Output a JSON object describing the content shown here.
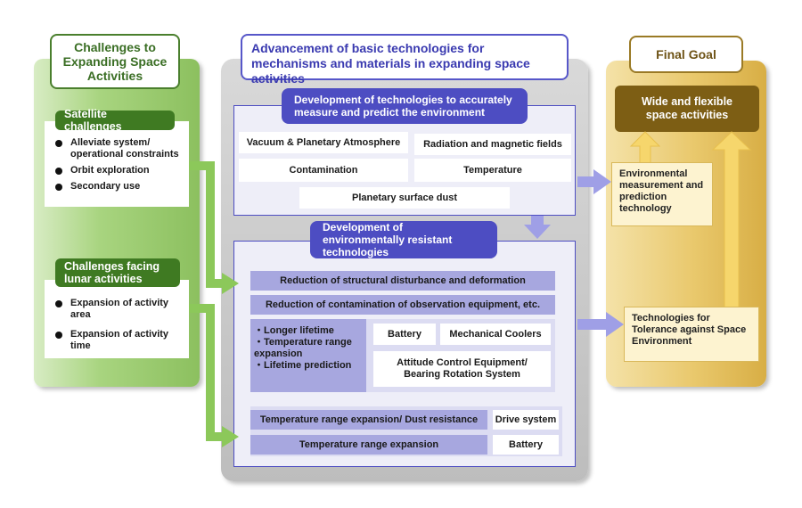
{
  "left": {
    "title": "Challenges to\nExpanding Space\nActivities",
    "satellite": {
      "header": "Satellite challenges",
      "items": [
        "Alleviate system/ operational constraints",
        "Orbit exploration",
        "Secondary use"
      ]
    },
    "lunar": {
      "header": "Challenges facing lunar activities",
      "items": [
        "Expansion of activity area",
        "Expansion of activity time"
      ]
    }
  },
  "center": {
    "title": "Advancement of basic technologies for mechanisms and materials in expanding space activities",
    "measure": {
      "header": "Development of technologies to accurately measure and predict the environment",
      "items": [
        "Vacuum & Planetary Atmosphere",
        "Radiation and magnetic fields",
        "Contamination",
        "Temperature",
        "Planetary surface dust"
      ]
    },
    "resistant": {
      "header": "Development of environmentally resistant technologies",
      "bar1": "Reduction of structural disturbance and deformation",
      "bar2": "Reduction of contamination of observation equipment, etc.",
      "life_items": [
        "・Longer lifetime",
        "・Temperature range expansion",
        "・Lifetime prediction"
      ],
      "battery": "Battery",
      "coolers": "Mechanical Coolers",
      "attitude": "Attitude Control Equipment/ Bearing Rotation System",
      "dust_bar": "Temperature range expansion/ Dust resistance",
      "drive": "Drive system",
      "temp_bar": "Temperature range expansion",
      "battery2": "Battery"
    }
  },
  "right": {
    "title": "Final Goal",
    "goal": "Wide and flexible space activities",
    "env_box": "Environmental measurement and prediction technology",
    "tol_box": "Technologies for Tolerance against Space Environment"
  },
  "colors": {
    "green_dark": "#3f7a22",
    "blue": "#4d4dc2",
    "gold_dark": "#7d5e14",
    "arrow_green": "#8cc85a",
    "arrow_blue": "#9f9fe6",
    "arrow_gold": "#f6d66c"
  }
}
